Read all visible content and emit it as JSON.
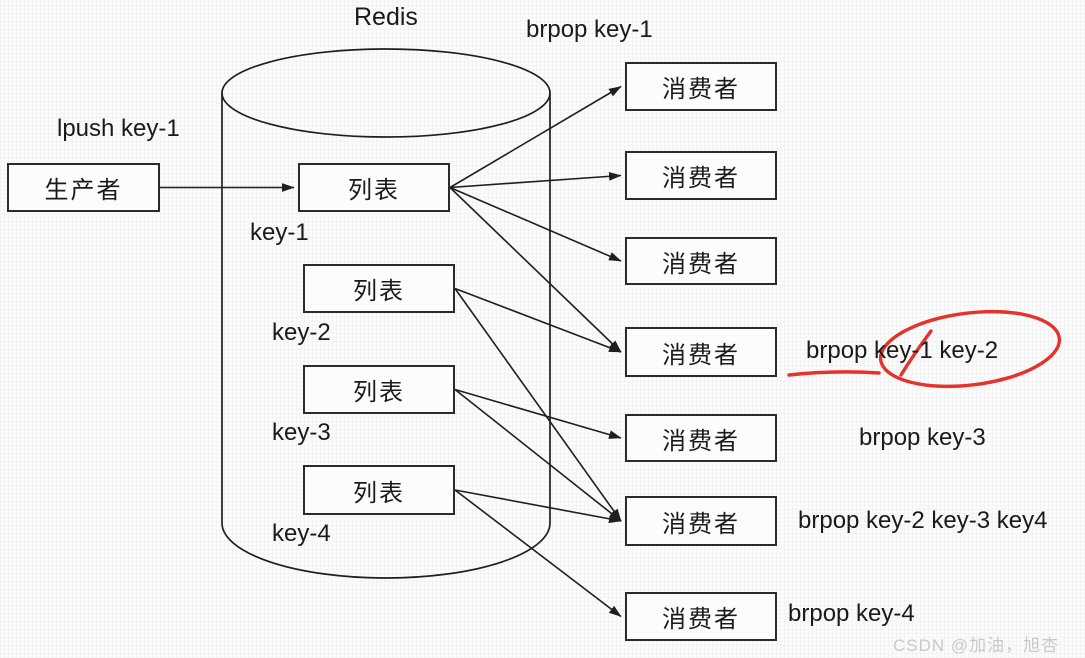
{
  "diagram": {
    "title": "Redis",
    "producer": {
      "label": "生产者"
    },
    "producer_command": "lpush key-1",
    "lists": [
      {
        "label": "列表",
        "key": "key-1"
      },
      {
        "label": "列表",
        "key": "key-2"
      },
      {
        "label": "列表",
        "key": "key-3"
      },
      {
        "label": "列表",
        "key": "key-4"
      }
    ],
    "consumers": [
      {
        "label": "消费者"
      },
      {
        "label": "消费者"
      },
      {
        "label": "消费者"
      },
      {
        "label": "消费者"
      },
      {
        "label": "消费者"
      },
      {
        "label": "消费者"
      },
      {
        "label": "消费者"
      }
    ],
    "consumer_commands": {
      "consumers_1_to_3": "brpop key-1",
      "consumer_4": "brpop key-1 key-2",
      "consumer_5": "brpop key-3",
      "consumer_6": "brpop key-2 key-3 key4",
      "consumer_7": "brpop key-4"
    },
    "annotations": {
      "red_circle_around": "key-1 key-2",
      "red_underline_under": "brpop"
    },
    "connections": [
      {
        "from": "producer",
        "to": "list1"
      },
      {
        "from": "list1",
        "to": "consumer1"
      },
      {
        "from": "list1",
        "to": "consumer2"
      },
      {
        "from": "list1",
        "to": "consumer3"
      },
      {
        "from": "list1",
        "to": "consumer4"
      },
      {
        "from": "list2",
        "to": "consumer4"
      },
      {
        "from": "list2",
        "to": "consumer6"
      },
      {
        "from": "list3",
        "to": "consumer5"
      },
      {
        "from": "list3",
        "to": "consumer6"
      },
      {
        "from": "list4",
        "to": "consumer6"
      },
      {
        "from": "list4",
        "to": "consumer7"
      }
    ],
    "watermark": "CSDN @加油，旭杏",
    "colors": {
      "line": "#1f1f1f",
      "annotation_red": "#e5322b",
      "watermark_gray": "#c9c9c9"
    }
  }
}
